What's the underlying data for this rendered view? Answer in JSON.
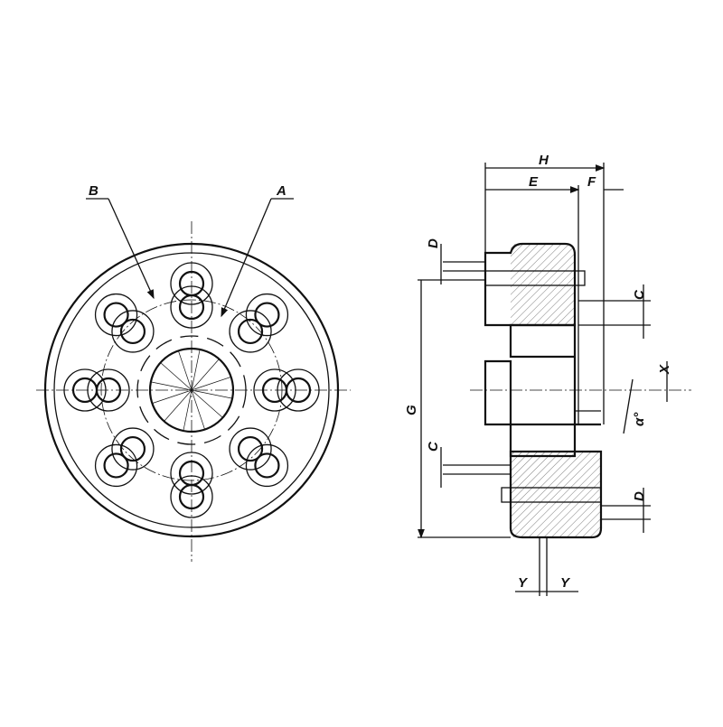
{
  "labels": {
    "B": "B",
    "A": "A",
    "H": "H",
    "E": "E",
    "F": "F",
    "D_top": "D",
    "C_right": "C",
    "X": "X",
    "alpha": "α°",
    "G": "G",
    "C_left": "C",
    "D_bottom": "D",
    "Y_left": "Y",
    "Y_right": "Y"
  }
}
